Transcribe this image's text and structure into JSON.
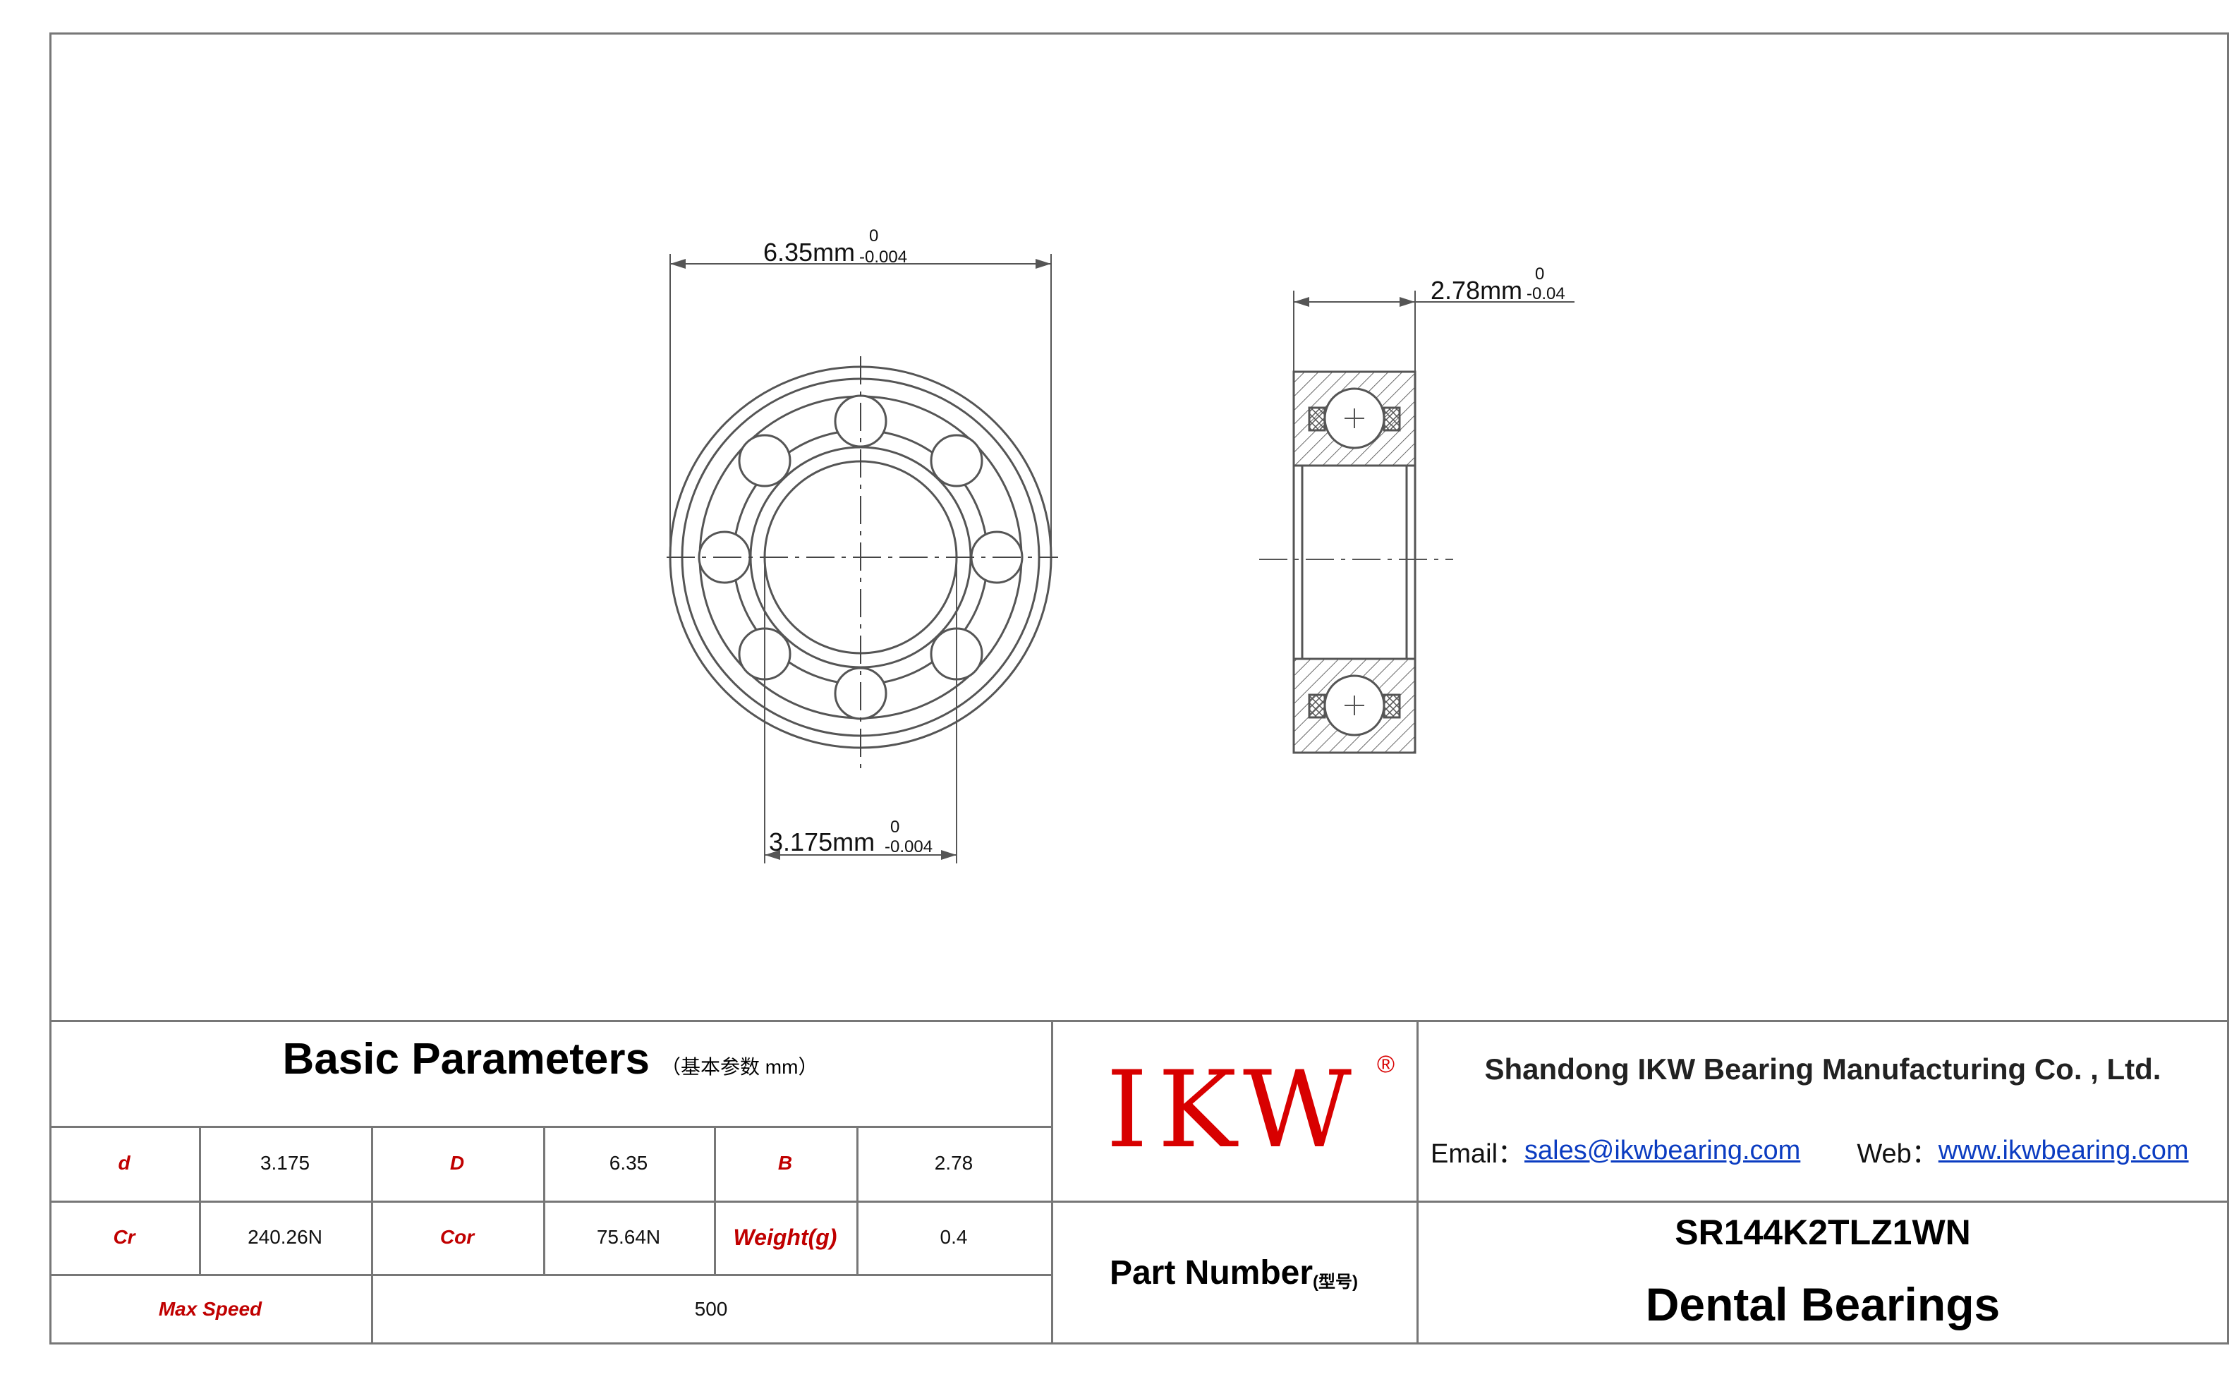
{
  "drawing": {
    "dim_outer": "6.35mm",
    "dim_outer_upper": "0",
    "dim_outer_lower": "-0.004",
    "dim_width": "2.78mm",
    "dim_width_upper": "0",
    "dim_width_lower": "-0.04",
    "dim_inner": "3.175mm",
    "dim_inner_upper": "0",
    "dim_inner_lower": "-0.004"
  },
  "params": {
    "title": "Basic Parameters",
    "subtitle": "（基本参数 mm）",
    "rows": [
      [
        {
          "label": "d",
          "value": "3.175"
        },
        {
          "label": "D",
          "value": "6.35"
        },
        {
          "label": "B",
          "value": "2.78"
        }
      ],
      [
        {
          "label": "Cr",
          "value": "240.26N"
        },
        {
          "label": "Cor",
          "value": "75.64N"
        },
        {
          "label": "Weight(g)",
          "value": "0.4"
        }
      ]
    ],
    "max_speed_label": "Max Speed",
    "max_speed_value": "500"
  },
  "brand": {
    "logo": "IKW",
    "reg": "®"
  },
  "company": {
    "name": "Shandong IKW Bearing Manufacturing Co. , Ltd.",
    "email_label": "Email：",
    "email": "sales@ikwbearing.com",
    "web_label": "Web：",
    "web": "www.ikwbearing.com"
  },
  "part": {
    "label": "Part Number",
    "label_sub": "(型号)",
    "number": "SR144K2TLZ1WN",
    "product": "Dental Bearings"
  }
}
